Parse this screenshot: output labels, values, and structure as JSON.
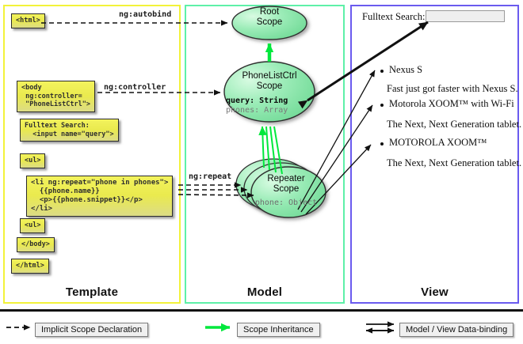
{
  "panels": [
    {
      "key": "template",
      "label": "Template",
      "color": "#f2f23a"
    },
    {
      "key": "model",
      "label": "Model",
      "color": "#5ef0a8"
    },
    {
      "key": "view",
      "label": "View",
      "color": "#6a5bef"
    }
  ],
  "template": {
    "boxes": {
      "html_open": "<html>",
      "body_open": "<body\n ng:controller=\n \"PhoneListCtrl\">",
      "search": "Fulltext Search:\n  <input name=\"query\">",
      "ul_open": "<ul>",
      "li": "<li ng:repeat=\"phone in phones\">\n  {{phone.name}}\n  <p>{{phone.snippet}}</p>\n</li>",
      "ul_close": "<ul>",
      "body_close": "</body>",
      "html_close": "</html>"
    }
  },
  "edges": {
    "autobind": "ng:autobind",
    "controller": "ng:controller",
    "repeat": "ng:repeat"
  },
  "model": {
    "root_scope": "Root\nScope",
    "plc_scope": "PhoneListCtrl\nScope",
    "plc_prop_query": "query: String",
    "plc_prop_phones": "phones: Array",
    "repeater_scope": "Repeater\nScope",
    "repeater_prop": "phone: Object"
  },
  "view": {
    "search_label": "Fulltext Search:",
    "search_value": "",
    "search_placeholder": "",
    "items": [
      {
        "title": "Nexus S",
        "desc": "Fast just got faster with Nexus S."
      },
      {
        "title": "Motorola XOOM™  with Wi-Fi",
        "desc": "The Next, Next Generation tablet."
      },
      {
        "title": "MOTOROLA XOOM™",
        "desc": "The Next, Next Generation tablet."
      }
    ]
  },
  "legend": {
    "implicit": "Implicit Scope Declaration",
    "inheritance": "Scope Inheritance",
    "databinding": "Model / View Data-binding"
  },
  "colors": {
    "template_border": "#f2f23a",
    "model_border": "#5ef0a8",
    "view_border": "#6a5bef",
    "scope_fill": "#8de8ab",
    "inheritance_arrow": "#00e83c",
    "code_box": "#eaea4e"
  }
}
